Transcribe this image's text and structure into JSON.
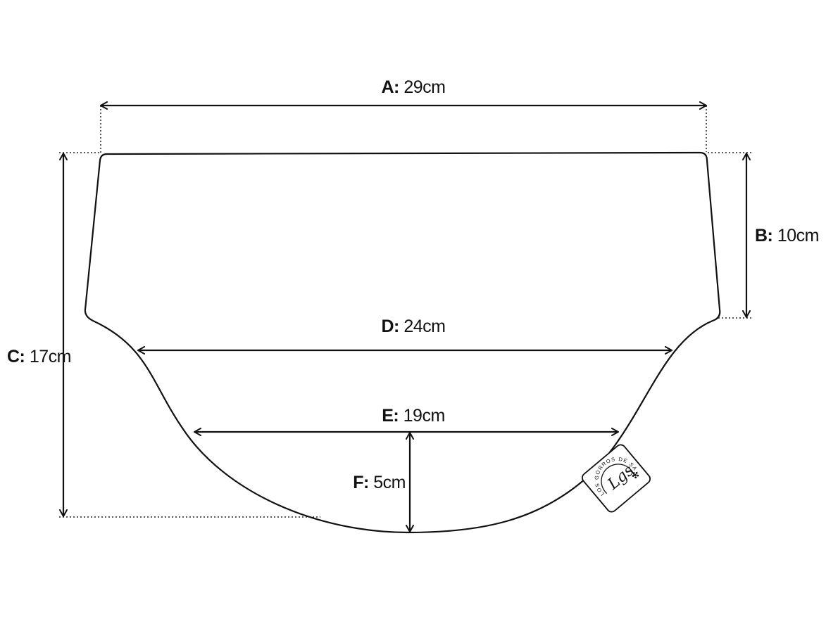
{
  "dimensions": {
    "a": {
      "key": "A:",
      "value": "29cm"
    },
    "b": {
      "key": "B:",
      "value": "10cm"
    },
    "c": {
      "key": "C:",
      "value": "17cm"
    },
    "d": {
      "key": "D:",
      "value": "24cm"
    },
    "e": {
      "key": "E:",
      "value": "19cm"
    },
    "f": {
      "key": "F:",
      "value": "5cm"
    }
  },
  "tag": {
    "brand_text": "LOS GORROS DE SARA",
    "monogram": "Lgs",
    "flower_icon": "flower-icon"
  },
  "colors": {
    "line": "#111111",
    "background": "#ffffff"
  }
}
